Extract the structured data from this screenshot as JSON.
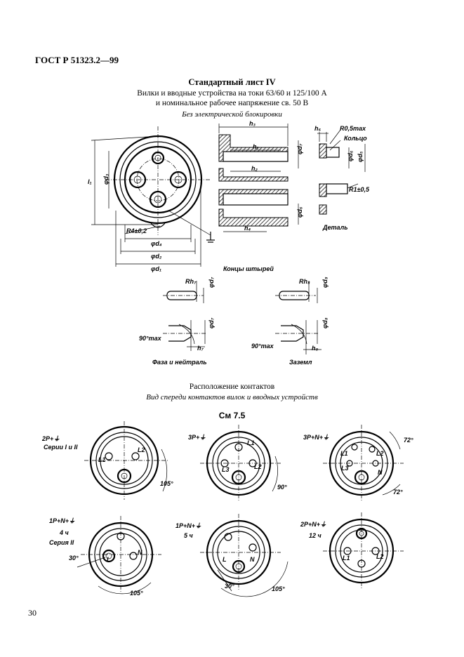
{
  "header": {
    "doc_code": "ГОСТ Р 51323.2—99"
  },
  "titles": {
    "sheet": "Стандартный лист IV",
    "line1": "Вилки и вводные устройства на токи 63/60 и 125/100 А",
    "line2": "и номинальное рабочее напряжение св. 50 В",
    "subtitle": "Без электрической блокировки"
  },
  "top_drawing": {
    "labels": {
      "l1": "l₁",
      "d3": "φd₃",
      "r42": "R4±0,2",
      "d4": "φd₄",
      "d2": "φd₂",
      "d1": "φd₁",
      "h3": "h₃",
      "h1": "h₁",
      "h2": "h₂",
      "h4": "h₄",
      "dd7": "φd₇",
      "dd6": "φd₆",
      "h6": "h₆",
      "r05": "R0,5max",
      "ring": "Кольцо",
      "d5": "φd₅",
      "d6b": "φd₆",
      "r1": "R1±0,5",
      "detail": "Деталь",
      "pin_ends": "Концы штырей"
    }
  },
  "pin_details": {
    "rh7": "Rh₇",
    "d7a": "φd₇",
    "rh8": "Rh₈",
    "d8a": "φd₈",
    "d7b": "φd₇",
    "deg90a": "90°max",
    "h7": "h₇",
    "d8b": "φd₈",
    "deg90b": "90°max",
    "h8": "h₈",
    "phase_label": "Фаза и нейтраль",
    "earth_label": "Заземл"
  },
  "contacts_section": {
    "title": "Расположение контактов",
    "subtitle": "Вид спереди контактов вилок и вводных устройств",
    "ref": "См 7.5"
  },
  "contact_views": [
    {
      "name": "2P+⏚",
      "desc": "Серии I и II",
      "angle": "105°",
      "c1": "L1",
      "c2": "L2"
    },
    {
      "name": "3P+⏚",
      "desc": "",
      "angle": "90°",
      "c1": "L1",
      "c2": "L2",
      "c3": "L3"
    },
    {
      "name": "3P+N+⏚",
      "desc": "",
      "angle": "72°",
      "angle2": "72°",
      "c1": "L1",
      "c2": "L2",
      "c3": "L3",
      "c4": "N"
    },
    {
      "name": "1P+N+⏚",
      "desc": "4 ч",
      "desc2": "Серия II",
      "angle": "30°",
      "angle2": "105°",
      "c1": "L",
      "c2": "N"
    },
    {
      "name": "1P+N+⏚",
      "desc": "5 ч",
      "angle": "30°",
      "angle2": "105°",
      "c1": "L",
      "c2": "N"
    },
    {
      "name": "2P+N+⏚",
      "desc": "12 ч",
      "c1": "L1",
      "c2": "L2"
    }
  ],
  "footer": {
    "page": "30"
  }
}
